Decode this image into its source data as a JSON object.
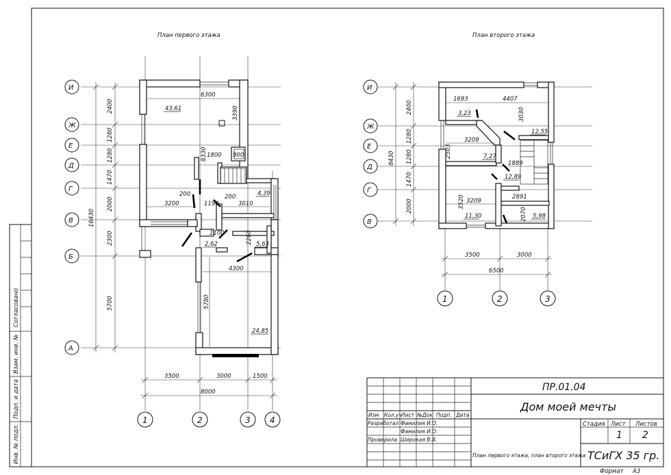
{
  "plan1": {
    "title": "План первого этажа",
    "axes_letters": [
      "И",
      "Ж",
      "Е",
      "Д",
      "Г",
      "В",
      "Б",
      "А"
    ],
    "axes_numbers": [
      "1",
      "2",
      "3",
      "4"
    ],
    "left_dims": [
      "2400",
      "1280",
      "1280",
      "1470",
      "2000",
      "2300",
      "5700"
    ],
    "total_height": "16430",
    "bottom_dims": [
      "3500",
      "3000",
      "1500"
    ],
    "total_width": "8000",
    "labels": {
      "d6300": "6300",
      "a4361": "43,61",
      "d3390": "3390",
      "d8330": "8330",
      "d1800": "1800",
      "d900": "900",
      "d200a": "200",
      "d200b": "200",
      "d3200": "3200",
      "d1190": "1190",
      "d3010": "3010",
      "a439": "4,39",
      "d1100": "1100",
      "d2260": "2260",
      "a262": "2,62",
      "a563": "5,63",
      "d4300": "4300",
      "d5780": "5780",
      "a2485": "24,85"
    }
  },
  "plan2": {
    "title": "План второго этажа",
    "axes_letters": [
      "И",
      "Ж",
      "Е",
      "Д",
      "Г",
      "В"
    ],
    "axes_numbers": [
      "1",
      "2",
      "3"
    ],
    "left_dims": [
      "2400",
      "1280",
      "1280",
      "1470",
      "2000"
    ],
    "total_height": "8430",
    "bottom_dims": [
      "3500",
      "3000"
    ],
    "total_width": "6500",
    "labels": {
      "d1693": "1693",
      "d4407": "4407",
      "a323": "3,23",
      "d3030": "3030",
      "a1255": "12,55",
      "d2503": "2503",
      "d3209a": "3209",
      "a727": "7,27",
      "d1889": "1889",
      "a1289": "12,89",
      "d3520": "3520",
      "d3209b": "3209",
      "d2891": "2891",
      "a1130": "11,30",
      "d2070": "2070",
      "a598": "5,98"
    }
  },
  "title_block": {
    "code": "ПР.01.04",
    "name": "Дом моей мечты",
    "headers": [
      "Изм",
      "Кол.уч",
      "Лист",
      "№Док",
      "Подп.",
      "Дата"
    ],
    "roles": [
      {
        "role": "Разработал",
        "name": "Фамилия И.О."
      },
      {
        "role": "",
        "name": "Фамилия И.О."
      },
      {
        "role": "Проверила",
        "name": "Широкая В.А."
      }
    ],
    "stage_label": "Стадия",
    "sheet_label": "Лист",
    "sheets_label": "Листов",
    "sheet": "1",
    "sheets": "2",
    "description": "План первого этажа, план второго этажа",
    "org": "ТСиГХ 35 гр.",
    "format_label": "Формат",
    "format": "А3"
  },
  "side_stamp": [
    "Согласовано",
    "Взам. инв. №",
    "Подп. и дата",
    "Инв. № подл."
  ]
}
